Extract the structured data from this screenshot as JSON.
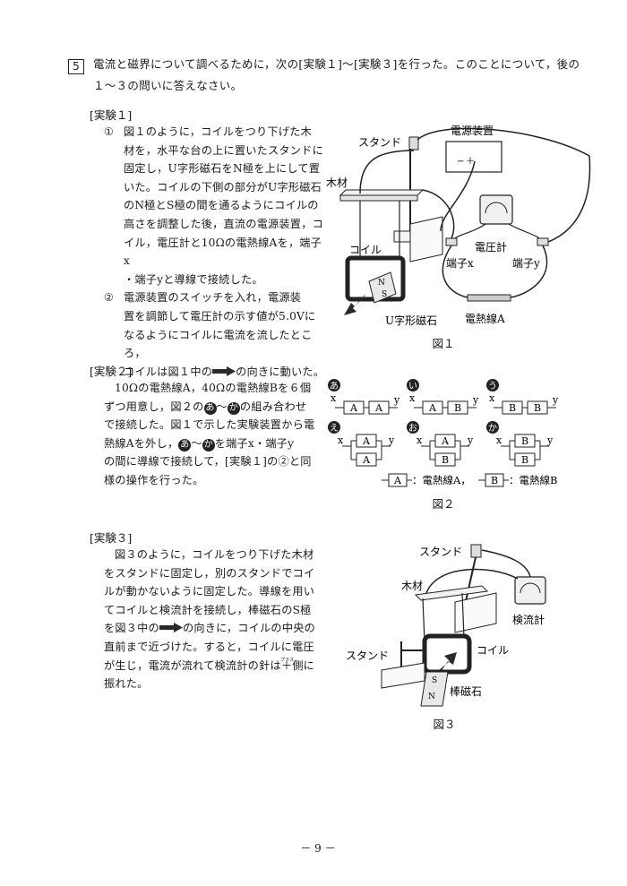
{
  "question": {
    "number": "5",
    "lead_line1": "電流と磁界について調べるために，次の[実験１]～[実験３]を行った。このことについて，後の",
    "lead_line2": "１～３の問いに答えなさい。"
  },
  "exp1": {
    "heading": "[実験１]",
    "step1_num": "①",
    "step1_lines": [
      "図１のように，コイルをつり下げた木",
      "材を，水平な台の上に置いたスタンドに",
      "固定し，U字形磁石をN極を上にして置",
      "いた。コイルの下側の部分がU字形磁石",
      "のN極とS極の間を通るようにコイルの",
      "高さを調整した後，直流の電源装置，コ",
      "イル，電圧計と10Ωの電熱線Aを，端子x",
      "・端子yと導線で接続した。"
    ],
    "step2_num": "②",
    "step2_lines": [
      "電源装置のスイッチを入れ，電源装",
      "置を調節して電圧計の示す値が5.0Vに",
      "なるようにコイルに電流を流したところ，"
    ],
    "step2_last_before": "コイルは図１中の",
    "step2_last_after": "の向きに動いた。"
  },
  "fig1": {
    "caption": "図１",
    "labels": {
      "stand": "スタンド",
      "power": "電源装置",
      "wood": "木材",
      "coil": "コイル",
      "voltmeter": "電圧計",
      "terminal_x": "端子x",
      "terminal_y": "端子y",
      "magnet": "U字形磁石",
      "heater_a": "電熱線A",
      "pole_n": "N",
      "pole_s": "S",
      "minus": "−",
      "plus": "＋"
    }
  },
  "exp2": {
    "heading": "[実験２]",
    "line1": "10Ωの電熱線A，40Ωの電熱線Bを６個",
    "line2_before": "ずつ用意し，図２の",
    "line2_after": "の組み合わせ",
    "line3": "で接続した。図１で示した実験装置から電",
    "line4_before": "熱線Aを外し，",
    "line4_after": "を端子x・端子y",
    "line5": "の間に導線で接続して，[実験１]の②と同",
    "line6": "様の操作を行った。",
    "circ_a": "あ",
    "circ_ka": "か",
    "tilde": "～"
  },
  "fig2": {
    "caption": "図２",
    "x": "x",
    "y": "y",
    "A": "A",
    "B": "B",
    "labels": [
      "あ",
      "い",
      "う",
      "え",
      "お",
      "か"
    ],
    "legend_a": "：電熱線A，",
    "legend_b": "：電熱線B"
  },
  "exp3": {
    "heading": "[実験３]",
    "lines": [
      "図３のように，コイルをつり下げた木材",
      "をスタンドに固定し，別のスタンドでコイ",
      "ルが動かないように固定した。導線を用い",
      "てコイルと検流計を接続し，棒磁石のS極"
    ],
    "line5_before": "を図３中の",
    "line5_after": "の向きに，コイルの中央の",
    "line6_before": "直前まで近づけた。すると，コイルに電圧",
    "line7_before": "が生じ，電流が流れて検流計の針は",
    "plus_sign": "＋",
    "plus_ruby": "プラス",
    "line7_after": "側に",
    "line8": "振れた。"
  },
  "fig3": {
    "caption": "図３",
    "labels": {
      "stand_top": "スタンド",
      "wood": "木材",
      "galvanometer": "検流計",
      "stand_left": "スタンド",
      "coil": "コイル",
      "bar_magnet": "棒磁石",
      "pole_s": "S",
      "pole_n": "N"
    }
  },
  "page_number": "－ 9 －"
}
